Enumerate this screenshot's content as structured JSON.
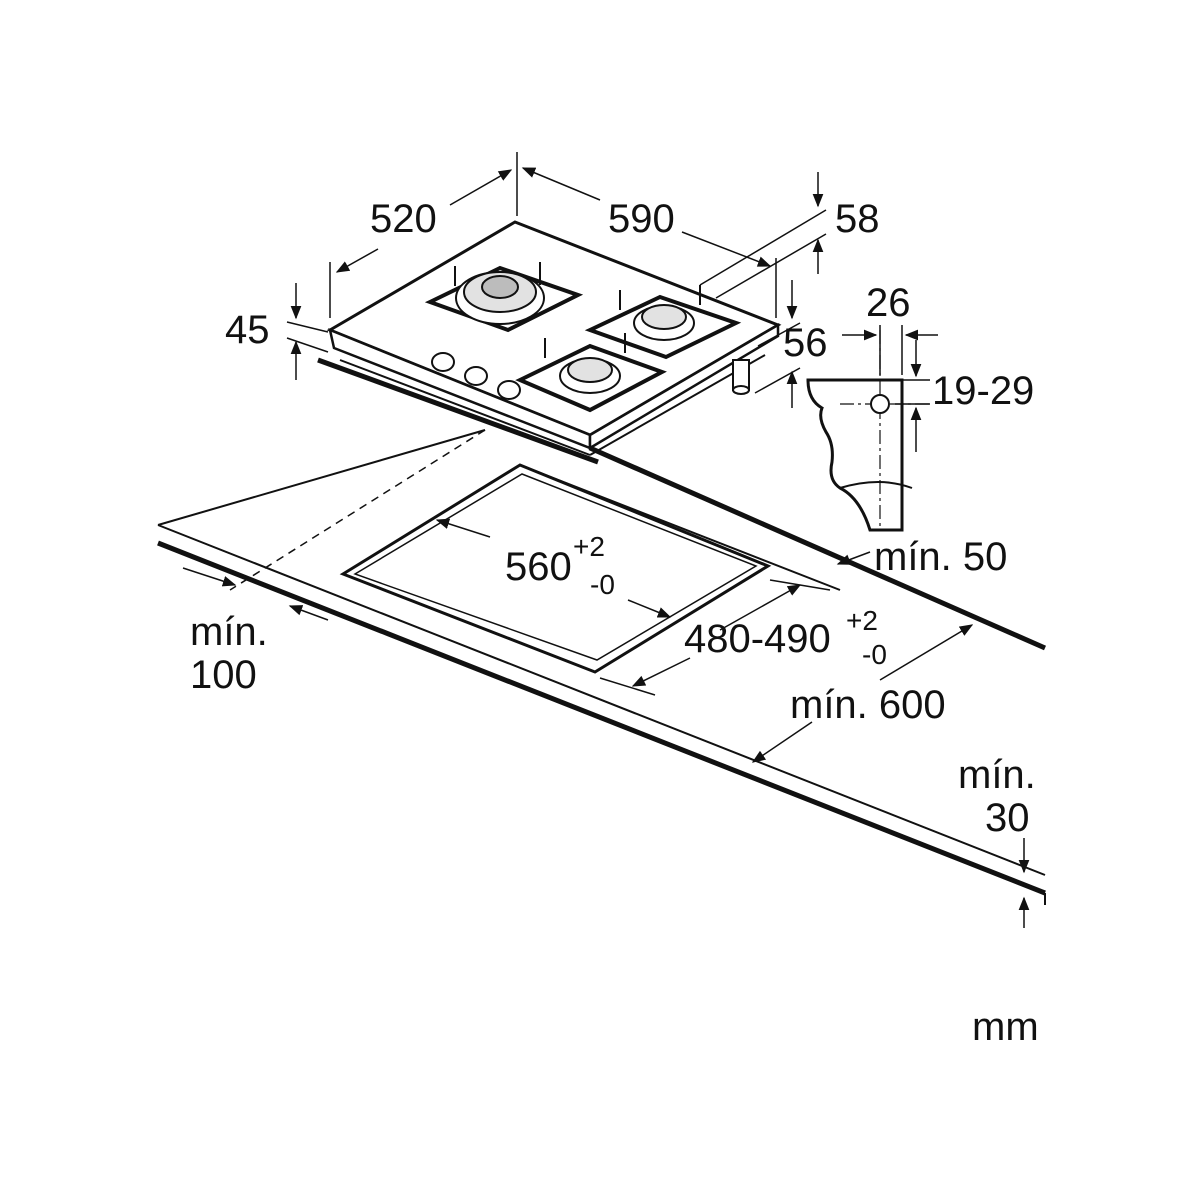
{
  "dimensions": {
    "width_520": "520",
    "width_590": "590",
    "height_45": "45",
    "offset_58": "58",
    "offset_56": "56",
    "bracket_26": "26",
    "bracket_range": "19-29",
    "cutout_560": "560",
    "cutout_560_tol_plus": "+2",
    "cutout_560_tol_minus": "-0",
    "cutout_480_490": "480-490",
    "cutout_480_tol_plus": "+2",
    "cutout_480_tol_minus": "-0",
    "min_50": "mín. 50",
    "min_100_label": "mín.",
    "min_100_value": "100",
    "min_600": "mín. 600",
    "min_30_label": "mín.",
    "min_30_value": "30"
  },
  "unit": "mm"
}
